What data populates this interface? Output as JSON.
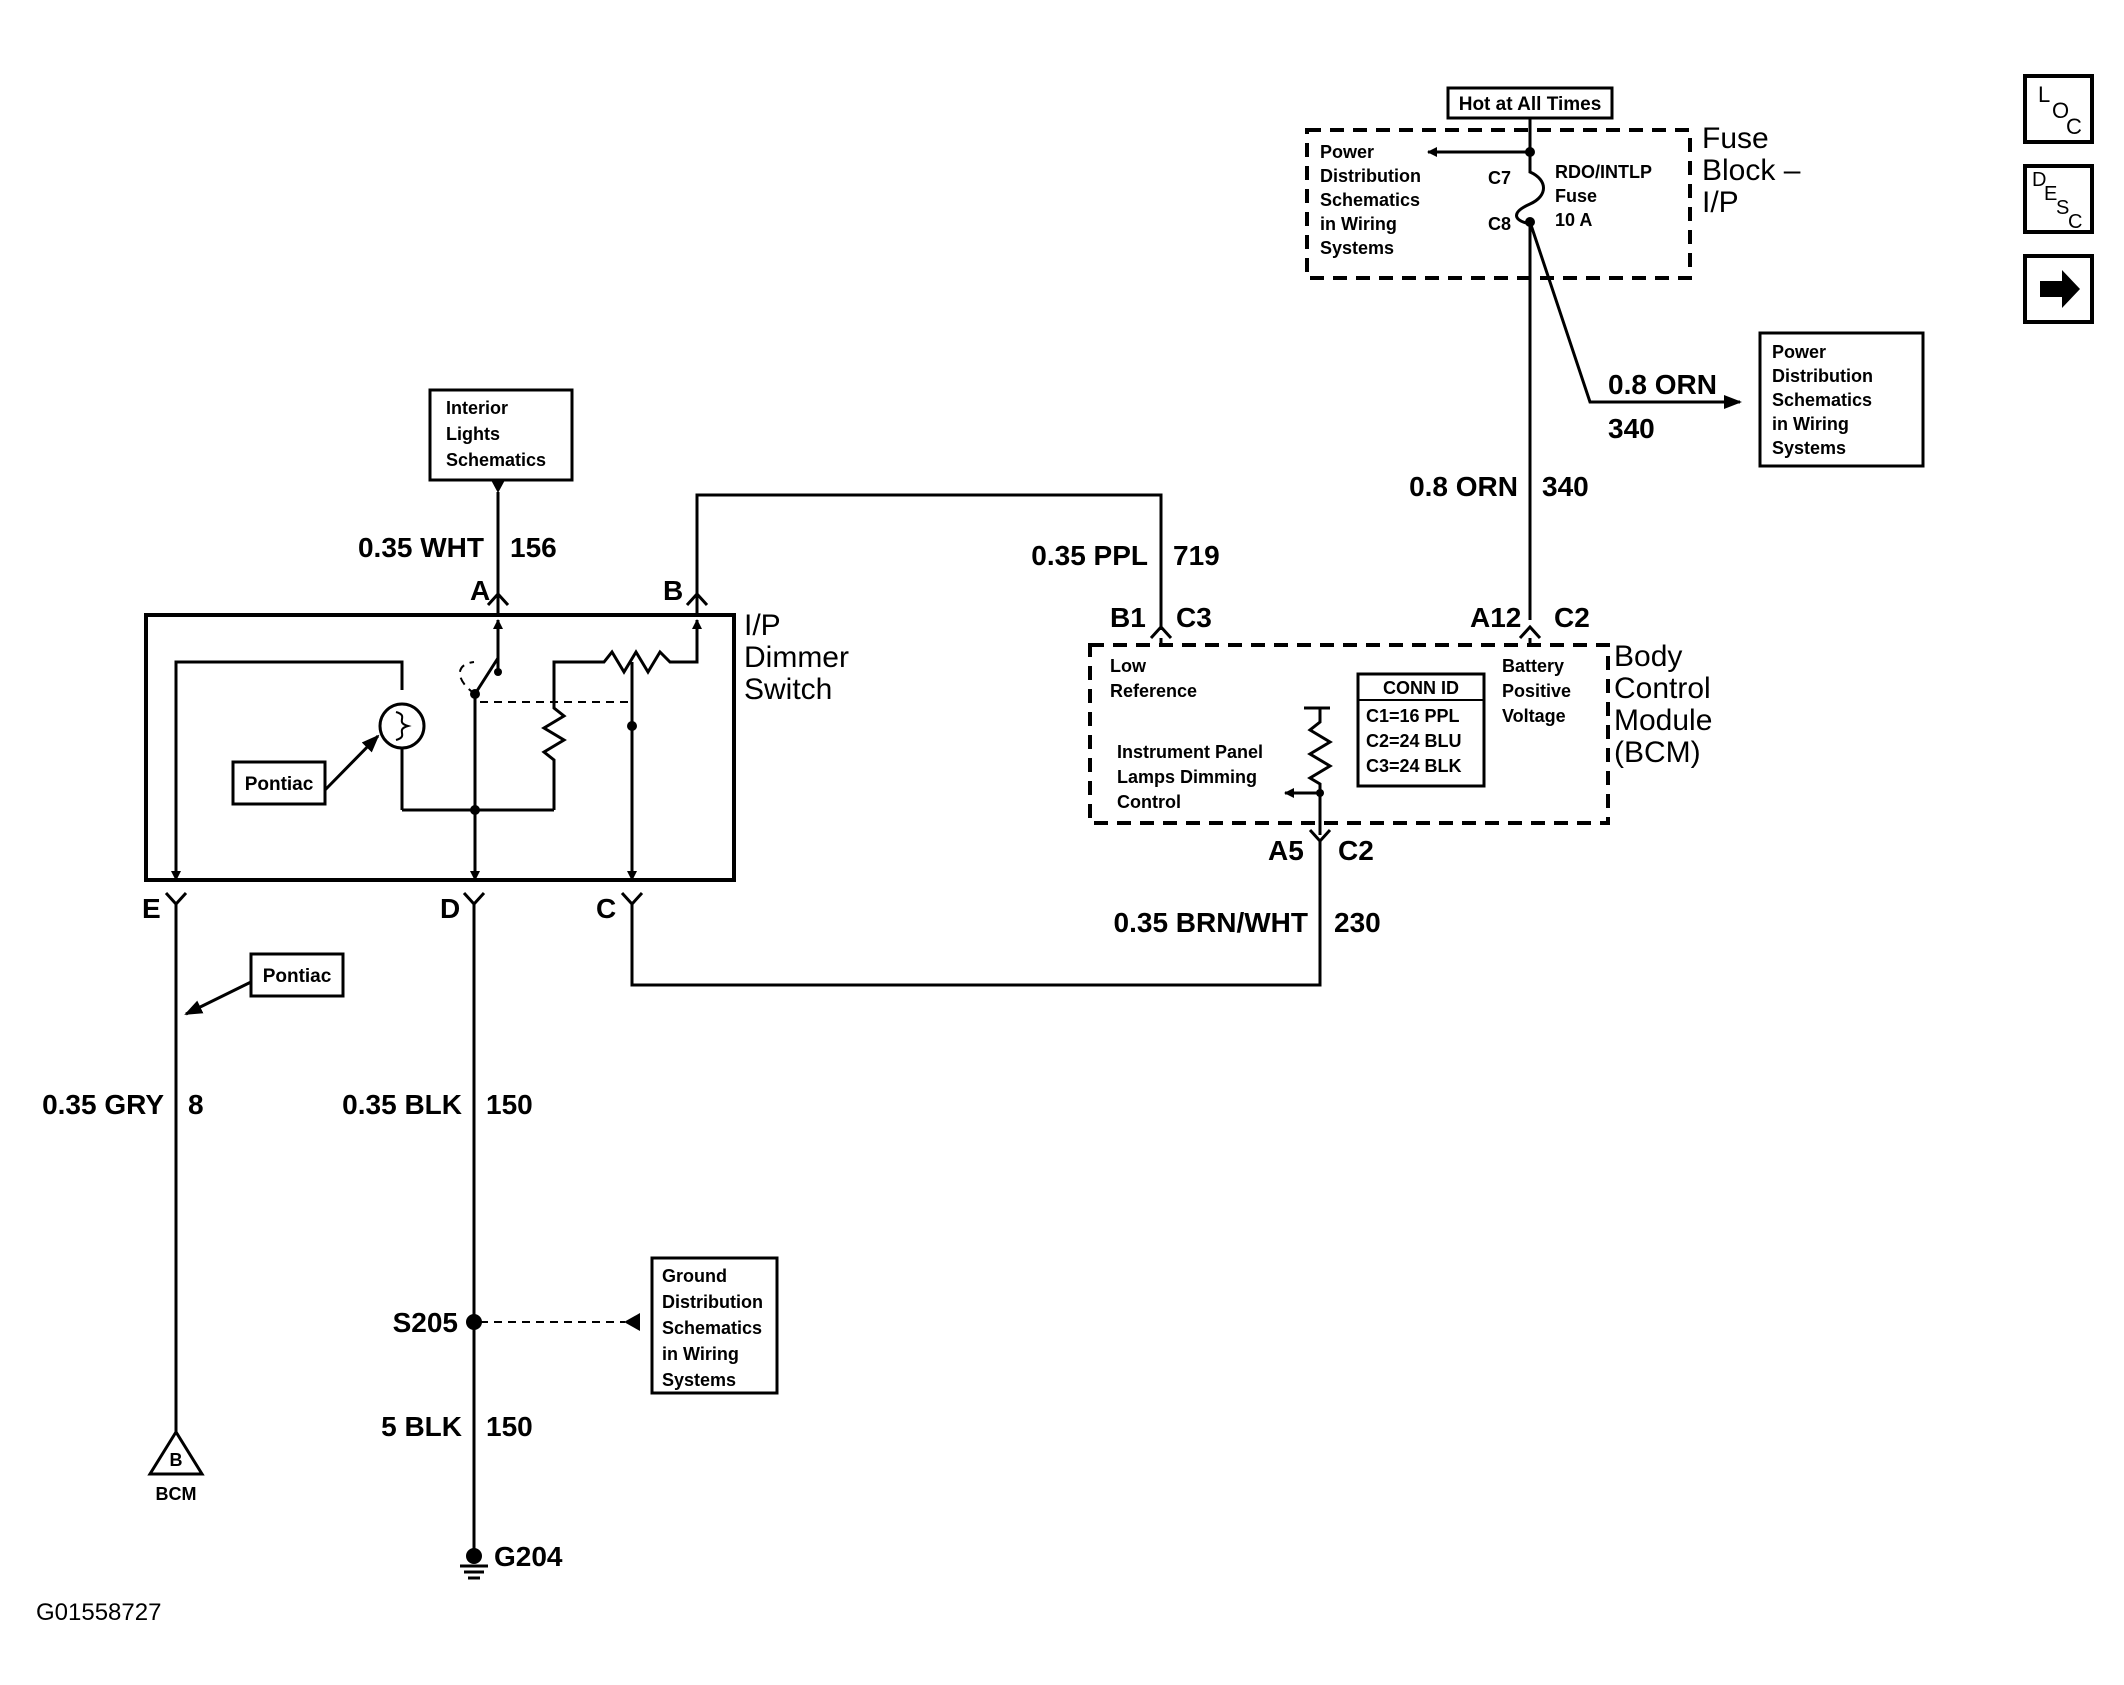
{
  "hot_at_all_times": "Hot at All Times",
  "fuse_block": {
    "name_lines": [
      "Fuse",
      "Block –",
      "I/P"
    ],
    "pdist_lines": [
      "Power",
      "Distribution",
      "Schematics",
      "in Wiring",
      "Systems"
    ],
    "c7": "C7",
    "c8": "C8",
    "fuse_lines": [
      "RDO/INTLP",
      "Fuse",
      "10 A"
    ]
  },
  "pdist_right_lines": [
    "Power",
    "Distribution",
    "Schematics",
    "in Wiring",
    "Systems"
  ],
  "wire_orn_branch": {
    "size_color": "0.8 ORN",
    "circuit": "340"
  },
  "wire_orn_main": {
    "size_color": "0.8 ORN",
    "circuit": "340"
  },
  "interior_lights_lines": [
    "Interior",
    "Lights",
    "Schematics"
  ],
  "wire_wht": {
    "size_color": "0.35 WHT",
    "circuit": "156"
  },
  "wire_ppl": {
    "size_color": "0.35 PPL",
    "circuit": "719"
  },
  "dimmer_switch": {
    "name_lines": [
      "I/P",
      "Dimmer",
      "Switch"
    ],
    "pin_a": "A",
    "pin_b": "B",
    "pin_c": "C",
    "pin_d": "D",
    "pin_e": "E",
    "pontiac": "Pontiac"
  },
  "bcm": {
    "name_lines": [
      "Body",
      "Control",
      "Module",
      "(BCM)"
    ],
    "pin_b1": "B1",
    "conn_c3": "C3",
    "pin_a12": "A12",
    "conn_c2_top": "C2",
    "pin_a5": "A5",
    "conn_c2_bottom": "C2",
    "low_ref_lines": [
      "Low",
      "Reference"
    ],
    "batt_lines": [
      "Battery",
      "Positive",
      "Voltage"
    ],
    "dimming_lines": [
      "Instrument Panel",
      "Lamps Dimming",
      "Control"
    ],
    "conn_id_title": "CONN ID",
    "conn_id_rows": [
      "C1=16 PPL",
      "C2=24 BLU",
      "C3=24 BLK"
    ]
  },
  "wire_brn": {
    "size_color": "0.35 BRN/WHT",
    "circuit": "230"
  },
  "pontiac_lower": "Pontiac",
  "wire_gry": {
    "size_color": "0.35 GRY",
    "circuit": "8"
  },
  "wire_blk": {
    "size_color": "0.35 BLK",
    "circuit": "150"
  },
  "splice": "S205",
  "ground_dist_lines": [
    "Ground",
    "Distribution",
    "Schematics",
    "in Wiring",
    "Systems"
  ],
  "wire_blk5": {
    "size_color": "5 BLK",
    "circuit": "150"
  },
  "ground": "G204",
  "bcm_ref_letter": "B",
  "bcm_ref_label": "BCM",
  "doc_id": "G01558727",
  "nav": {
    "loc_l": "L",
    "loc_o": "O",
    "loc_c": "C",
    "desc_d": "D",
    "desc_e": "E",
    "desc_s": "S",
    "desc_c": "C",
    "next_glyph": "➔"
  }
}
